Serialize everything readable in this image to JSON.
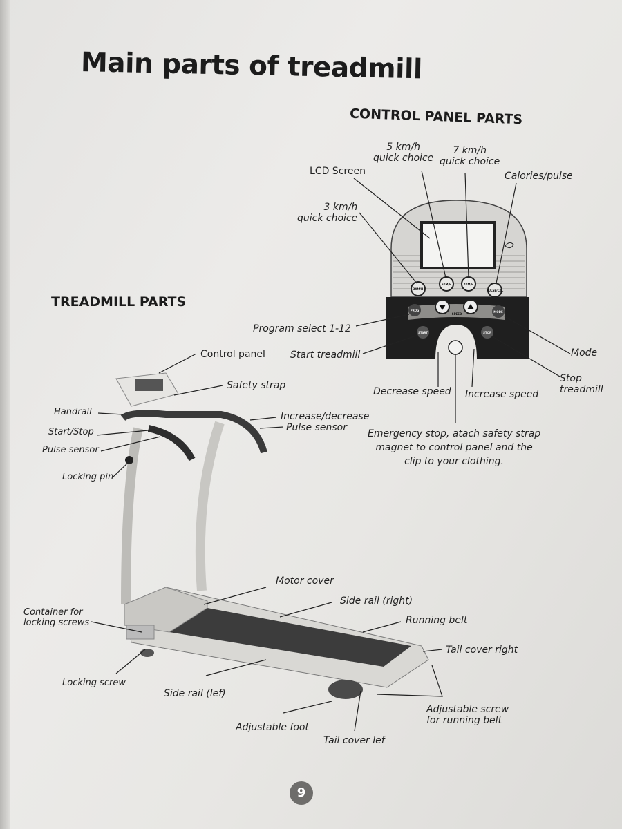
{
  "title": "Main parts of treadmill",
  "control_panel": {
    "heading": "CONTROL PANEL PARTS",
    "labels": {
      "quick5_a": "5 km/h",
      "quick5_b": "quick choice",
      "quick7_a": "7 km/h",
      "quick7_b": "quick choice",
      "lcd": "LCD Screen",
      "calories": "Calories/pulse",
      "quick3_a": "3 km/h",
      "quick3_b": "quick choice",
      "program": "Program select 1-12",
      "start": "Start treadmill",
      "mode": "Mode",
      "stop_a": "Stop",
      "stop_b": "treadmill",
      "decrease": "Decrease speed",
      "increase": "Increase speed",
      "emergency_a": "Emergency stop, atach safety strap",
      "emergency_b": "magnet to control panel and the",
      "emergency_c": "clip to your clothing."
    },
    "buttons": {
      "b3": "3KM/H",
      "b5": "5KM/H",
      "b7": "7KM/H",
      "pulse": "PULSE/CAL",
      "prog": "PROG",
      "speed": "SPEED",
      "mode": "MODE",
      "start": "START",
      "stop": "STOP"
    }
  },
  "treadmill": {
    "heading": "TREADMILL PARTS",
    "labels": {
      "control_panel": "Control panel",
      "safety_strap": "Safety strap",
      "handrail": "Handrail",
      "start_stop": "Start/Stop",
      "pulse_sensor_left": "Pulse sensor",
      "locking_pin": "Locking pin",
      "incdec": "Increase/decrease",
      "pulse_sensor_right": "Pulse sensor",
      "motor_cover": "Motor cover",
      "side_rail_right": "Side rail (right)",
      "running_belt": "Running belt",
      "container_a": "Container for",
      "container_b": "locking screws",
      "tail_cover_right": "Tail cover right",
      "locking_screw": "Locking screw",
      "side_rail_left": "Side rail (lef)",
      "adjustable_screw_a": "Adjustable screw",
      "adjustable_screw_b": "for running belt",
      "adjustable_foot": "Adjustable foot",
      "tail_cover_left": "Tail cover lef"
    }
  },
  "page_number": "9"
}
